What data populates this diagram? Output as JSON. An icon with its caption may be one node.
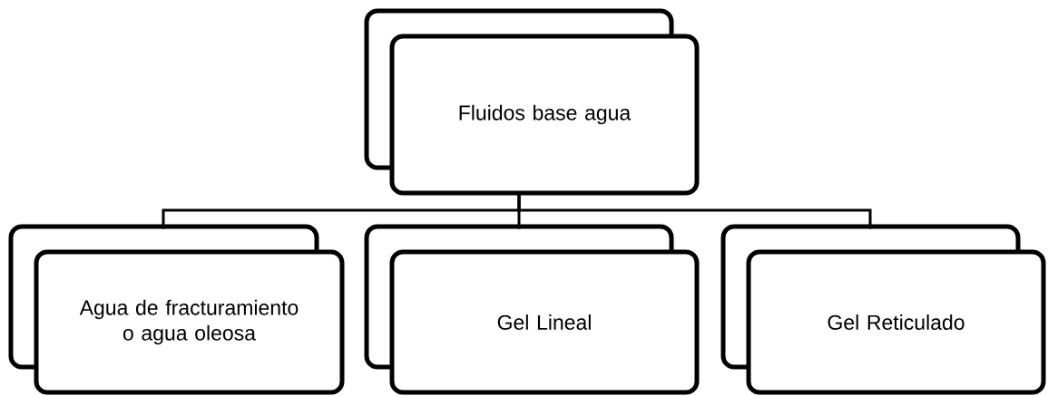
{
  "diagram": {
    "nodes": [
      {
        "text": [
          "Fluidos base agua"
        ]
      },
      {
        "text": [
          "Agua de fracturamiento o agua oleosa"
        ]
      },
      {
        "text": [
          "Gel Lineal"
        ]
      },
      {
        "text": [
          "Gel Reticulado"
        ]
      }
    ],
    "edges": [
      {
        "from": 0,
        "to": 1,
        "arrow": "none"
      },
      {
        "from": 0,
        "to": 2,
        "arrow": "none"
      },
      {
        "from": 0,
        "to": 3,
        "arrow": "none"
      }
    ]
  }
}
